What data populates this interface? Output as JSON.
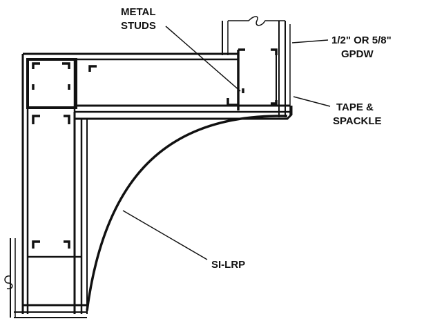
{
  "labels": {
    "metal_studs_line1": "METAL",
    "metal_studs_line2": "STUDS",
    "gpdw_line1": "1/2\" OR 5/8\"",
    "gpdw_line2": "GPDW",
    "tape_line1": "TAPE &",
    "tape_line2": "SPACKLE",
    "product": "SI-LRP"
  },
  "colors": {
    "ink": "#111111",
    "background": "#ffffff"
  }
}
